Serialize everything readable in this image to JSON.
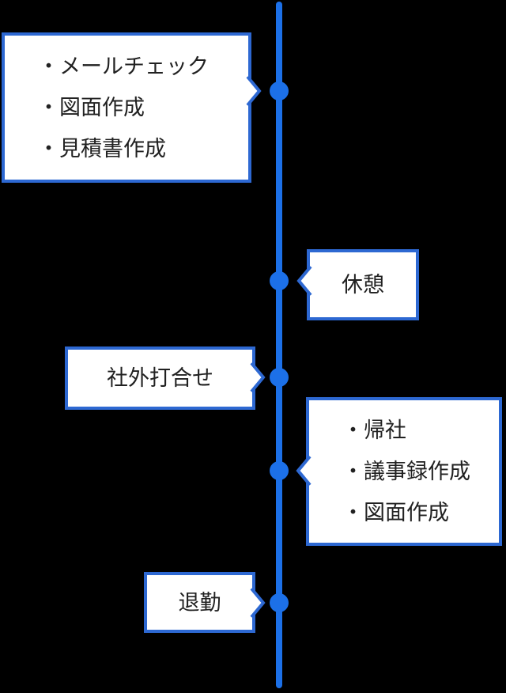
{
  "canvas": {
    "background": "#000000"
  },
  "colors": {
    "timeline_line": "#1C70E8",
    "timeline_dot": "#1C70E8",
    "callout_border": "#2D68D2",
    "callout_background": "#FFFFFF",
    "text": "#212121"
  },
  "timeline": {
    "orientation": "vertical",
    "events": [
      {
        "name": "morning-tasks",
        "side": "left",
        "lines": [
          "・メールチェック",
          "・図面作成",
          "・見積書作成"
        ]
      },
      {
        "name": "break",
        "side": "right",
        "lines": [
          "休憩"
        ]
      },
      {
        "name": "external-meeting",
        "side": "left",
        "lines": [
          "社外打合せ"
        ]
      },
      {
        "name": "afternoon-tasks",
        "side": "right",
        "lines": [
          "・帰社",
          "・議事録作成",
          "・図面作成"
        ]
      },
      {
        "name": "clock-out",
        "side": "left",
        "lines": [
          "退勤"
        ]
      }
    ]
  }
}
